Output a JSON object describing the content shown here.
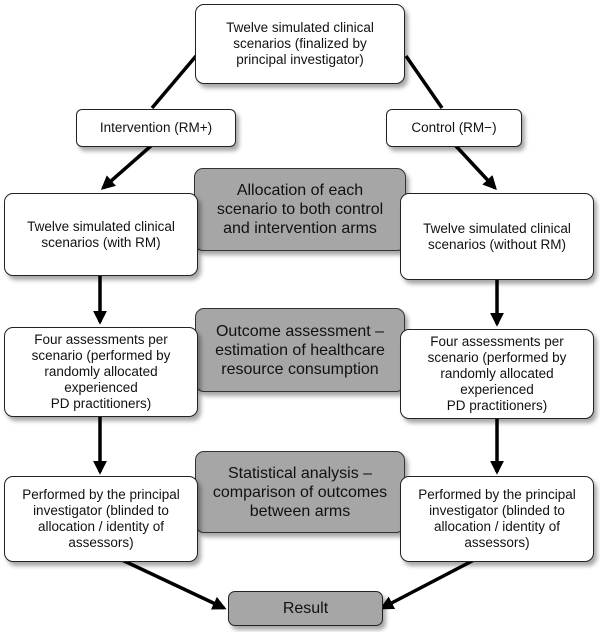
{
  "nodes": {
    "top": "Twelve simulated clinical\nscenarios (finalized by\nprincipal investigator)",
    "intervention_label": "Intervention  (RM+)",
    "control_label": "Control (RM−)",
    "allocation": "Allocation of each\nscenario to both control\nand intervention arms",
    "left_scenarios": "Twelve simulated clinical\nscenarios (with RM)",
    "right_scenarios": "Twelve simulated clinical\nscenarios (without RM)",
    "outcome": "Outcome assessment –\nestimation of healthcare\nresource consumption",
    "left_assessments": "Four assessments per\nscenario (performed by\nrandomly allocated\nexperienced\nPD practitioners)",
    "right_assessments": "Four assessments per\nscenario (performed by\nrandomly allocated\nexperienced\nPD practitioners)",
    "statistical": "Statistical analysis –\ncomparison of outcomes\nbetween arms",
    "left_performed": "Performed by the principal\ninvestigator (blinded to\nallocation / identity of\nassessors)",
    "right_performed": "Performed by the principal\ninvestigator (blinded to\nallocation / identity of\nassessors)",
    "result": "Result"
  },
  "colors": {
    "center_fill": "#a6a6a6",
    "box_fill": "#ffffff",
    "arrow": "#000000"
  }
}
